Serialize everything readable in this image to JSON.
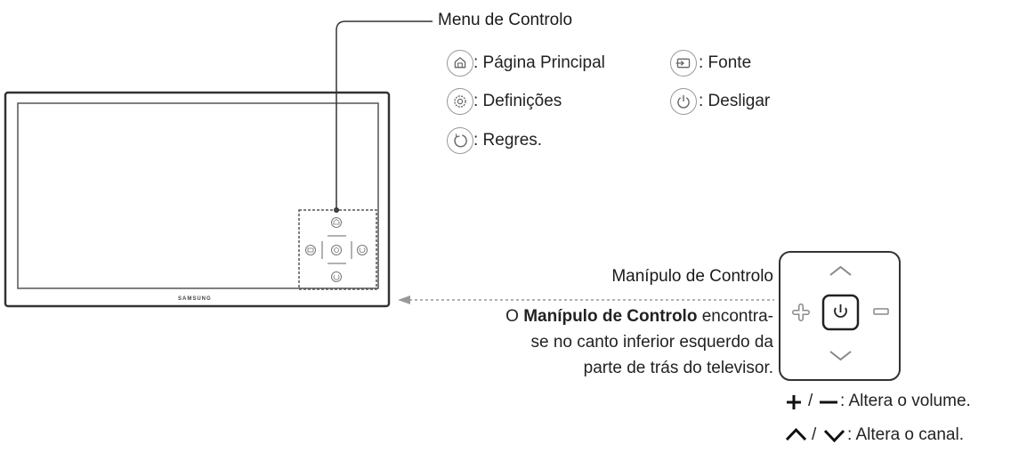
{
  "menu": {
    "title": "Menu de Controlo",
    "items": [
      {
        "icon": "home-icon",
        "label": ": Página Principal"
      },
      {
        "icon": "source-icon",
        "label": ": Fonte"
      },
      {
        "icon": "settings-icon",
        "label": ": Definições"
      },
      {
        "icon": "power-icon",
        "label": ": Desligar"
      },
      {
        "icon": "return-icon",
        "label": ": Regres."
      }
    ]
  },
  "tv": {
    "brand": "SAMSUNG"
  },
  "joystick": {
    "title": "Manípulo de Controlo",
    "desc_lead": "O ",
    "desc_bold": "Manípulo de Controlo",
    "desc_rest1": " encontra-",
    "desc_line2": "se no canto inferior esquerdo da",
    "desc_line3": "parte de trás do televisor."
  },
  "legend": {
    "volume_sep": "/",
    "volume_text": ": Altera o volume.",
    "channel_sep": "/",
    "channel_text": ": Altera o canal."
  }
}
